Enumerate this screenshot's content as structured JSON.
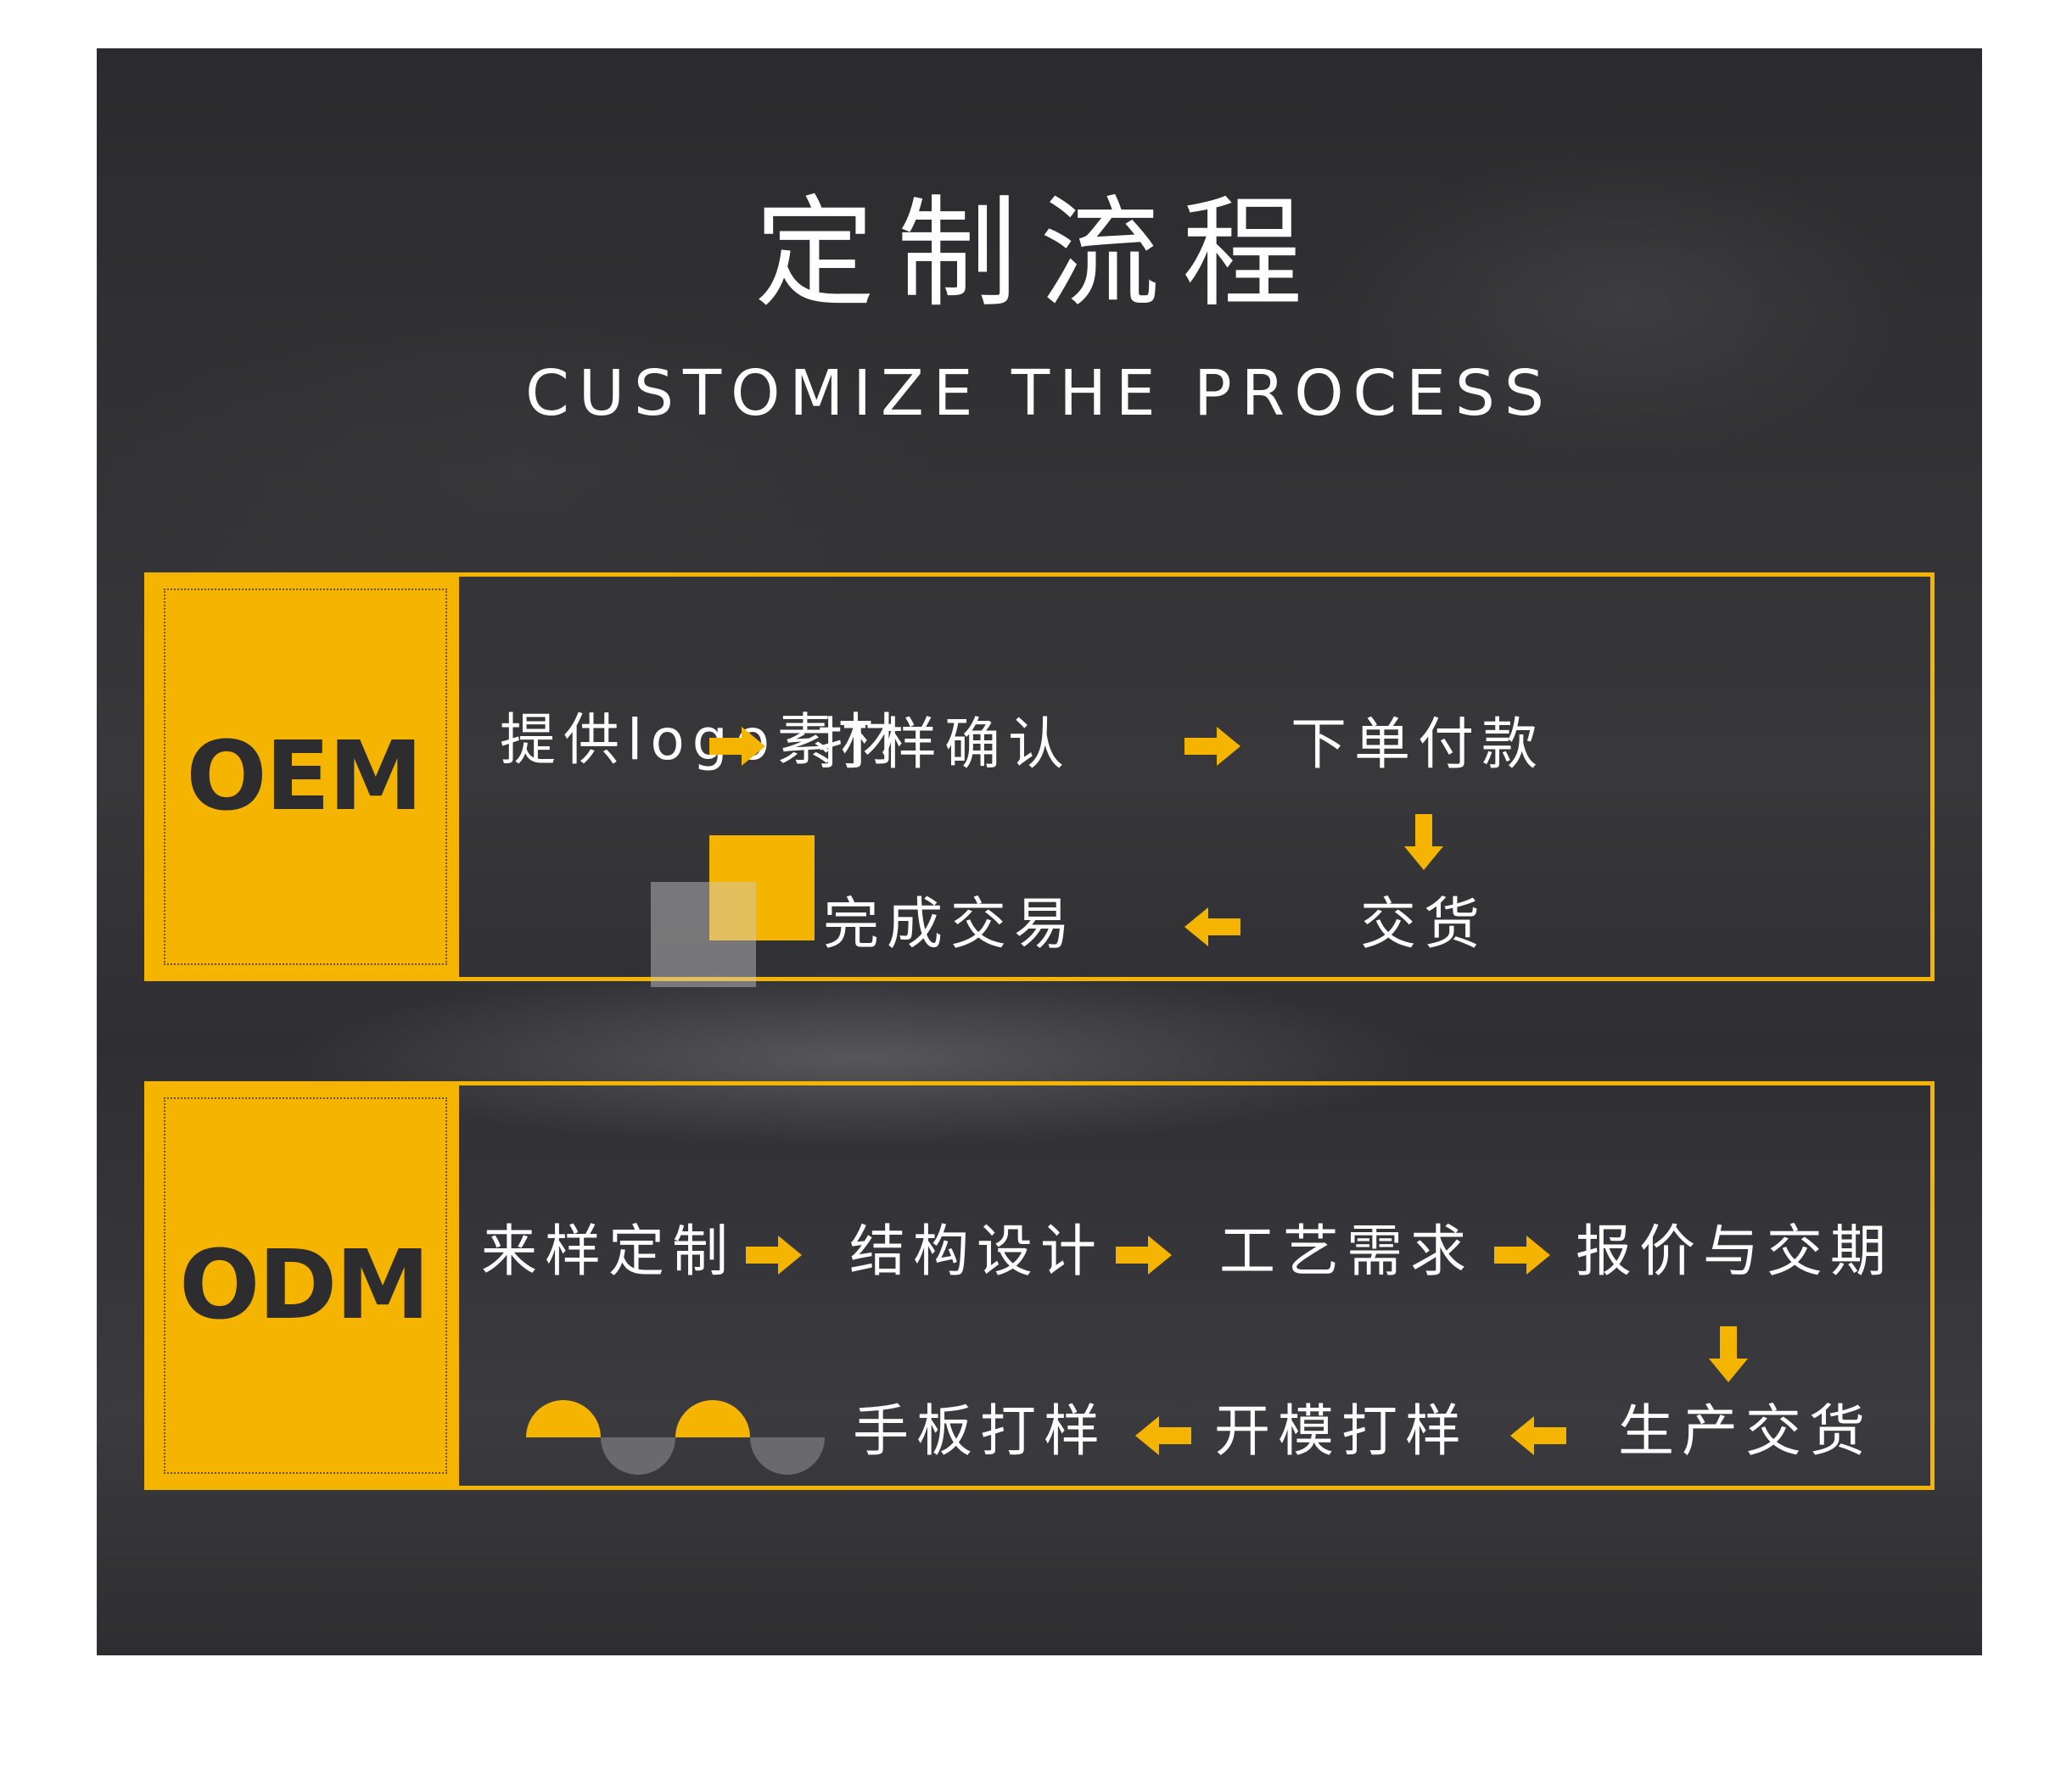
{
  "title": "定制流程",
  "subtitle": "CUSTOMIZE THE PROCESS",
  "accent_color": "#f5b400",
  "oem": {
    "label": "OEM",
    "steps": [
      "提供logo素材",
      "打样确认",
      "下单付款",
      "交货",
      "完成交易"
    ]
  },
  "odm": {
    "label": "ODM",
    "steps": [
      "来样定制",
      "结构设计",
      "工艺需求",
      "报价与交期",
      "生产交货",
      "开模打样",
      "手板打样"
    ]
  },
  "icons": {
    "arrow_right": "arrow-right-icon",
    "arrow_left": "arrow-left-icon",
    "arrow_down": "arrow-down-icon"
  }
}
